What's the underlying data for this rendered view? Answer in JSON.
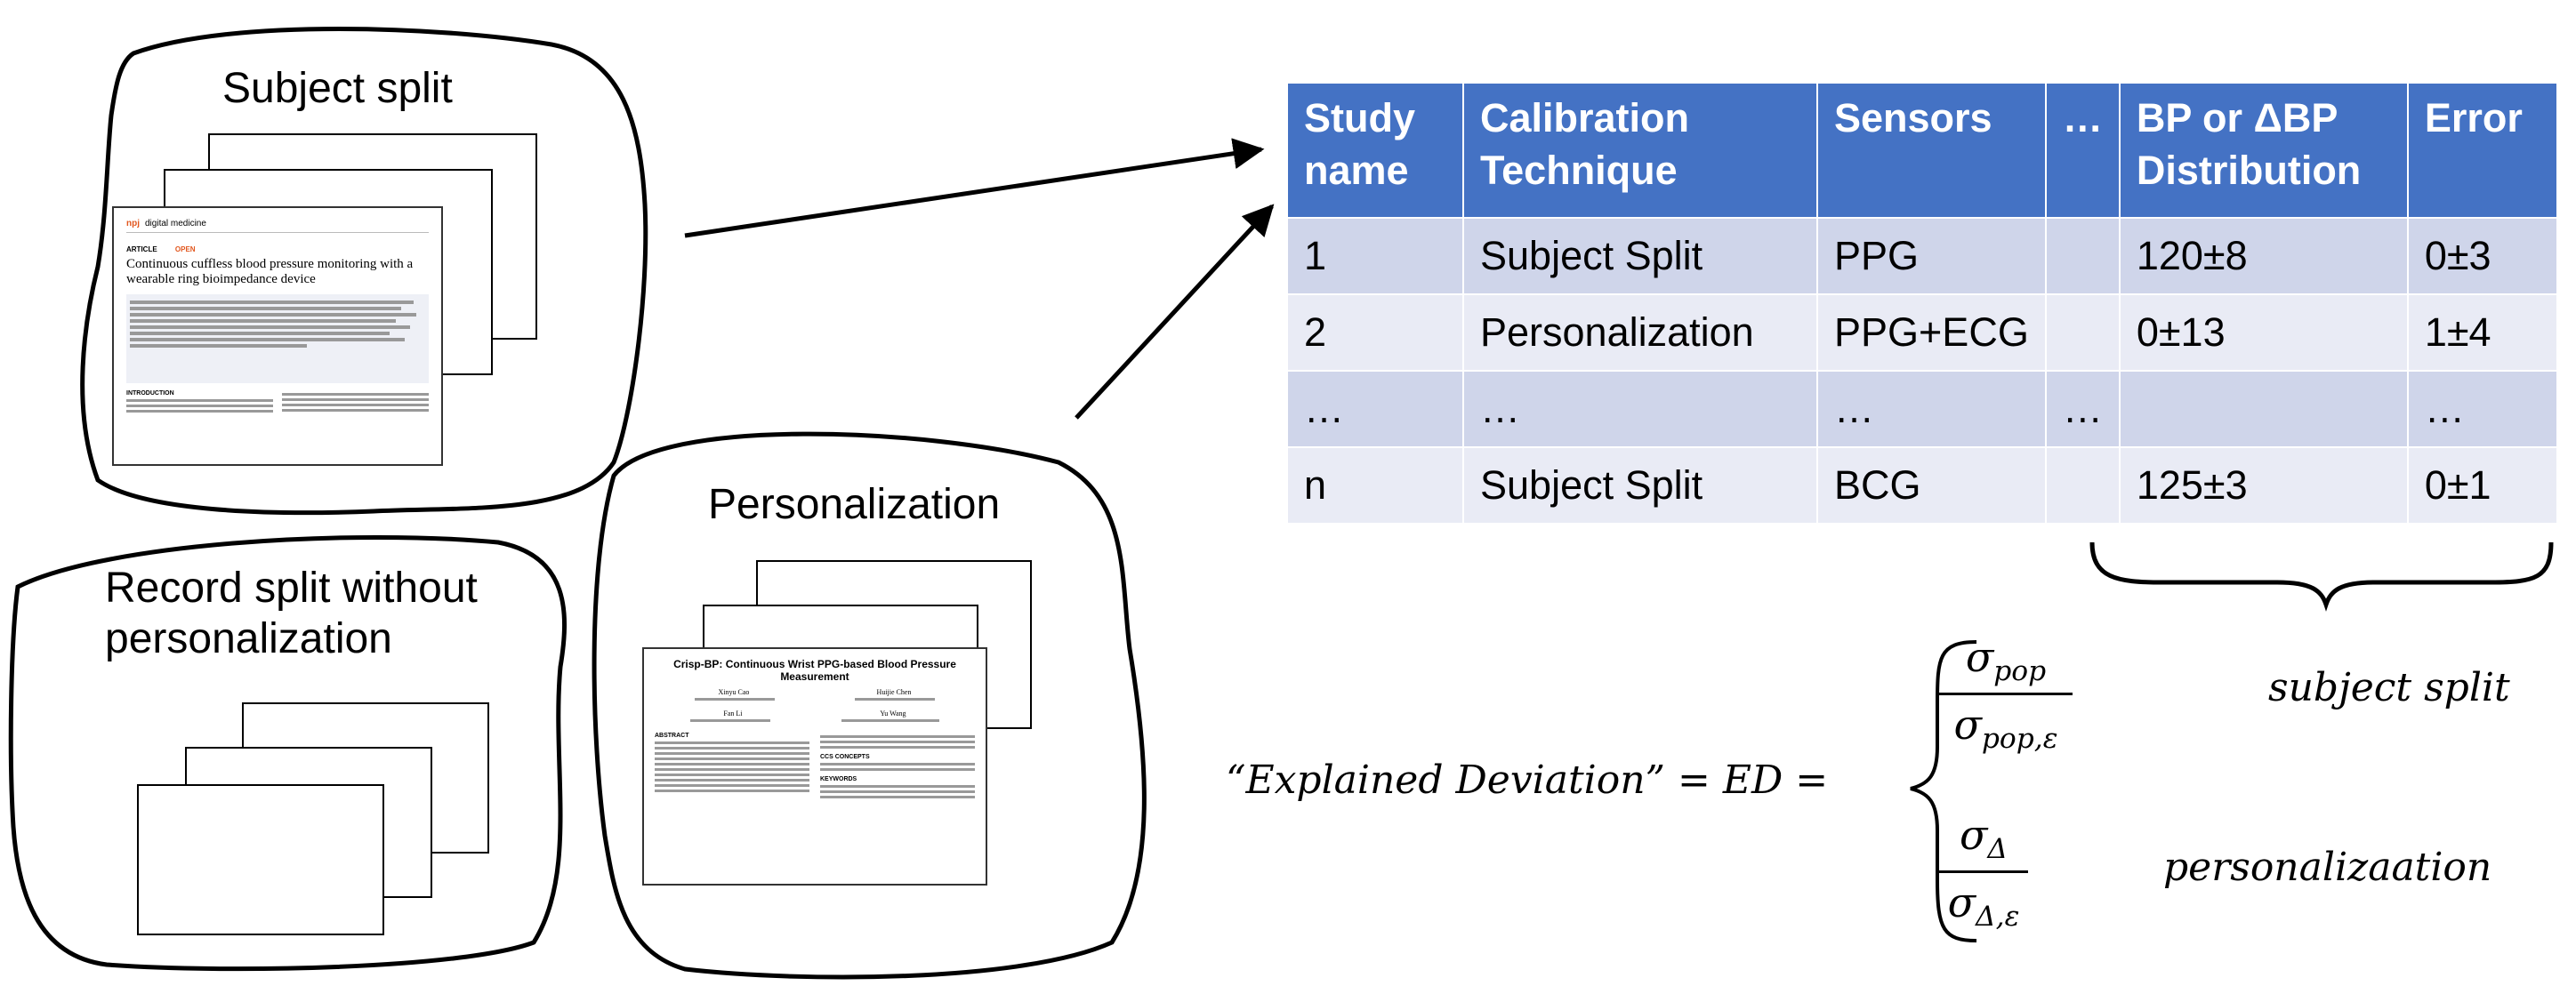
{
  "groups": {
    "subject_split": "Subject split",
    "record_split_line1": "Record split without",
    "record_split_line2": "personalization",
    "personalization": "Personalization"
  },
  "paper1": {
    "journal": "digital medicine",
    "label": "ARTICLE",
    "open": "OPEN",
    "title": "Continuous cuffless blood pressure monitoring with a wearable ring bioimpedance device",
    "intro": "INTRODUCTION"
  },
  "paper2": {
    "title": "Crisp-BP: Continuous Wrist PPG-based Blood Pressure Measurement",
    "author1": "Xinyu Cao",
    "author2": "Huijie Chen",
    "author3": "Fan Li",
    "author4": "Yu Wang",
    "abstract": "ABSTRACT",
    "ccs": "CCS CONCEPTS",
    "keywords": "KEYWORDS"
  },
  "table": {
    "headers": [
      "Study name",
      "Calibration Technique",
      "Sensors",
      "…",
      "BP or ΔBP Distribution",
      "Error"
    ],
    "rows": [
      [
        "1",
        "Subject Split",
        "PPG",
        "",
        "120±8",
        "0±3"
      ],
      [
        "2",
        "Personalization",
        "PPG+ECG",
        "",
        "0±13",
        "1±4"
      ],
      [
        "…",
        "…",
        "…",
        "…",
        "",
        "…"
      ],
      [
        "n",
        "Subject Split",
        "BCG",
        "",
        "125±3",
        "0±1"
      ]
    ]
  },
  "formula": {
    "lhs": "“Explained Deviation” = ED =",
    "case1_num": "σ",
    "case1_num_sub": "pop",
    "case1_den": "σ",
    "case1_den_sub": "pop,ε",
    "case1_label": "subject split",
    "case2_num": "σ",
    "case2_num_sub": "Δ",
    "case2_den": "σ",
    "case2_den_sub": "Δ,ε",
    "case2_label": "personalizaation"
  }
}
